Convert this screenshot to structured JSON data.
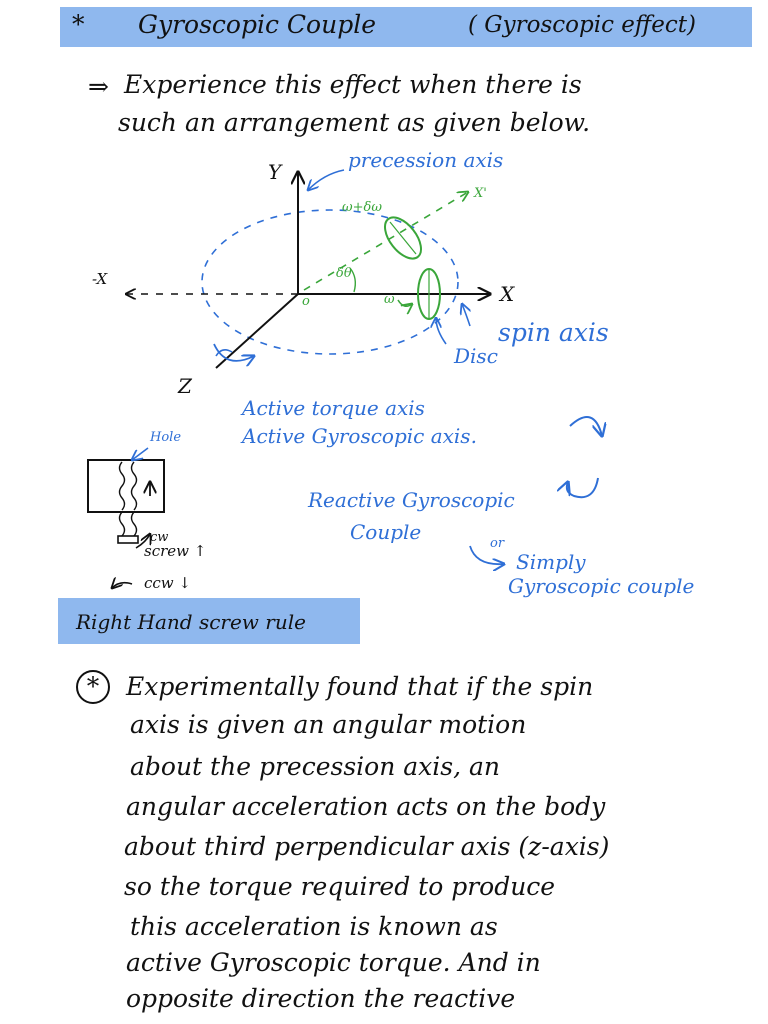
{
  "title": {
    "bullet": "*",
    "text": "Gyroscopic Couple",
    "aside": "( Gyroscopic effect)"
  },
  "intro": {
    "arrow": "⇒",
    "line1": "Experience   this  effect  when  there  is",
    "line2": "such   an  arrangement  as  given  below."
  },
  "diagram": {
    "y_axis": "Y",
    "neg_x_axis": "-X",
    "x_axis": "X",
    "z_axis": "Z",
    "x_prime": "X'",
    "origin": "o",
    "precession_axis": "precession axis",
    "omega_dw": "ω+δω",
    "d_theta": "δθ",
    "omega": "ω",
    "spin_axis": "spin axis",
    "disc": "Disc"
  },
  "legend": {
    "active_torque_axis": "Active torque axis",
    "active_gyroscopic_axis": "Active Gyroscopic axis.",
    "reactive_line1": "Reactive Gyroscopic",
    "reactive_line2": "Couple",
    "or": "or",
    "simply": "Simply",
    "gyroscopic_couple": "Gyroscopic couple"
  },
  "screw": {
    "hole": "Hole",
    "cw": "cw",
    "screw_up": "screw ↑",
    "ccw": "ccw ↓"
  },
  "rule_label": "Right Hand screw rule",
  "body": {
    "star": "*",
    "lines": [
      "Experimentally  found  that  if  the  spin",
      "axis  is  given  an  angular  motion",
      "about  the  precession  axis,  an",
      "angular  acceleration  acts  on  the  body",
      "about  third  perpendicular  axis  (z-axis)",
      "so  the  torque  required  to  produce",
      "this  acceleration  is  known  as",
      "active  Gyroscopic  torque.  And  in",
      "opposite  direction  the  reactive"
    ]
  },
  "colors": {
    "ink": "#111111",
    "blue_ink": "#2f6fd6",
    "green_ink": "#3aa63a",
    "highlight": "#8fb8ee"
  }
}
